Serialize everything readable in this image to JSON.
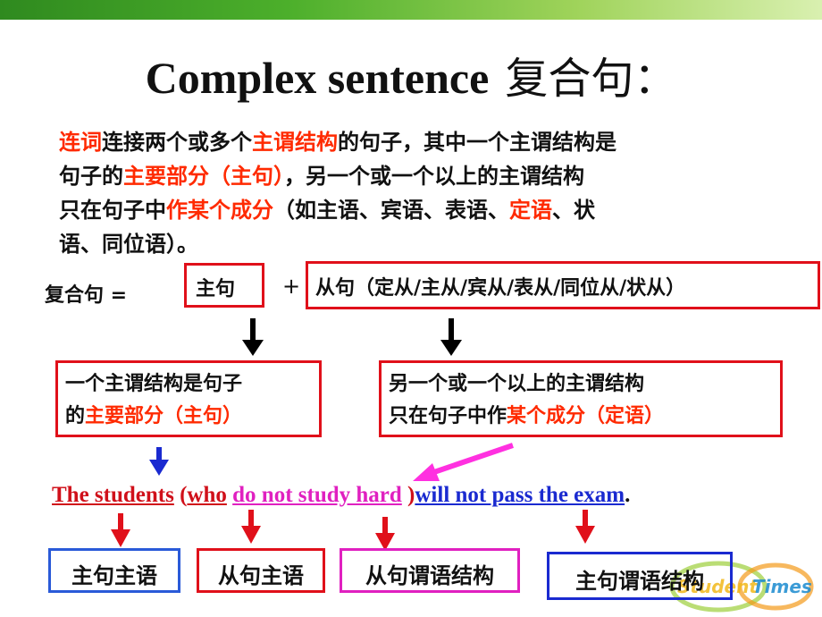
{
  "title": {
    "en": "Complex sentence",
    "cn": "复合句："
  },
  "definition": {
    "seg1": "连词",
    "seg2": "连接两个或多个",
    "seg3": "主谓结构",
    "seg4": "的句子，其中一个主谓结构是",
    "seg5": "句子的",
    "seg6": "主要部分（主句）",
    "seg7": "，另一个或一个以上的主谓结构",
    "seg8": "只在句子中",
    "seg9": "作某个成分",
    "seg10": "（如主语、宾语、表语、",
    "seg11": "定语",
    "seg12": "、状",
    "seg13": "语、同位语）。"
  },
  "formula": {
    "label": "复合句 =",
    "main_box": "主句",
    "plus": "+",
    "sub_box": "从句（定从/主从/宾从/表从/同位从/状从）"
  },
  "explain": {
    "left_a": "一个主谓结构是句子",
    "left_b": "的",
    "left_c": "主要部分（主句）",
    "right_a": "另一个或一个以上的主谓结构",
    "right_b": "只在句子中作",
    "right_c": "某个成分（定语）"
  },
  "sentence": {
    "p1": "The students",
    "p2": " (",
    "p3": "who",
    "p4": " ",
    "p5": "do not study hard",
    "p6": " )",
    "p7": "will not pass the exam",
    "p8": "."
  },
  "labels": {
    "main_subject": "主句主语",
    "sub_subject": "从句主语",
    "sub_predicate": "从句谓语结构",
    "main_predicate": "主句谓语结构"
  },
  "colors": {
    "red": "#e0101a",
    "blue": "#1a2ad0",
    "magenta": "#e020c0",
    "green": "#4caf2b"
  },
  "logo": {
    "text1": "Student",
    "text2": "Times"
  }
}
